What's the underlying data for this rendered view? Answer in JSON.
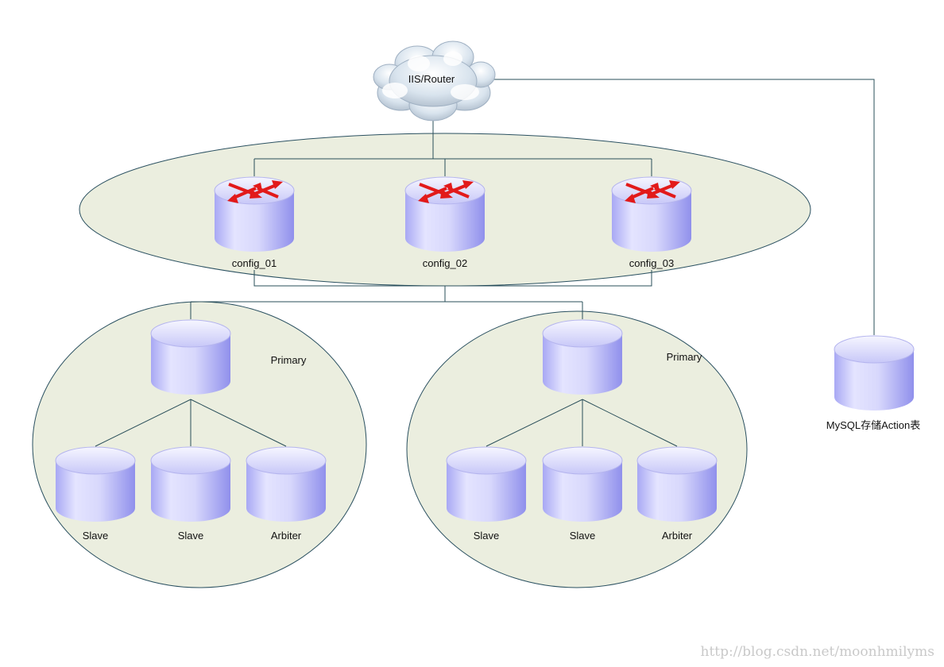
{
  "router": {
    "label": "IIS/Router",
    "icon": "cloud-icon"
  },
  "config_servers": [
    {
      "label": "config_01",
      "icon": "router-icon"
    },
    {
      "label": "config_02",
      "icon": "router-icon"
    },
    {
      "label": "config_03",
      "icon": "router-icon"
    }
  ],
  "shards": [
    {
      "primary_label": "Primary",
      "members": [
        {
          "label": "Slave"
        },
        {
          "label": "Slave"
        },
        {
          "label": "Arbiter"
        }
      ]
    },
    {
      "primary_label": "Primary",
      "members": [
        {
          "label": "Slave"
        },
        {
          "label": "Slave"
        },
        {
          "label": "Arbiter"
        }
      ]
    }
  ],
  "mysql": {
    "label": "MySQL存储Action表"
  },
  "watermark": "http://blog.csdn.net/moonhmilyms",
  "colors": {
    "ellipse_fill": "#ebeedf",
    "ellipse_stroke": "#2a5060",
    "line": "#2a4f5a",
    "cylinder_light": "#e8e8ff",
    "cylinder_dark": "#9a9af0",
    "arrow_red": "#e21a1a"
  }
}
